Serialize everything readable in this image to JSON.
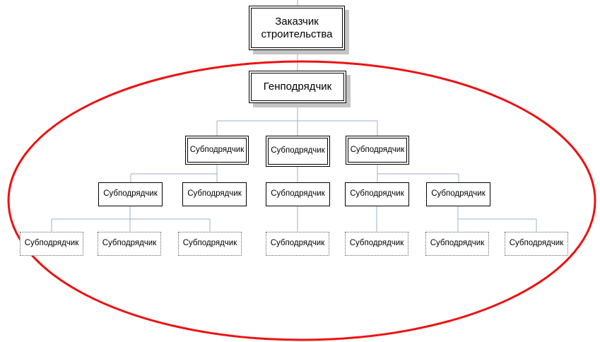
{
  "nodes": {
    "customer": {
      "label": "Заказчик строительства"
    },
    "general_contractor": {
      "label": "Генподрядчик"
    },
    "level3": [
      {
        "label": "Субподрядчик"
      },
      {
        "label": "Субподрядчик"
      },
      {
        "label": "Субподрядчик"
      }
    ],
    "level4": [
      {
        "label": "Субподрядчик"
      },
      {
        "label": "Субподрядчик"
      },
      {
        "label": "Субподрядчик"
      },
      {
        "label": "Субподрядчик"
      },
      {
        "label": "Субподрядчик"
      }
    ],
    "level5": [
      {
        "label": "Субподрядчик"
      },
      {
        "label": "Субподрядчик"
      },
      {
        "label": "Субподрядчик"
      },
      {
        "label": "Субподрядчик"
      },
      {
        "label": "Субподрядчик"
      },
      {
        "label": "Субподрядчик"
      },
      {
        "label": "Субподрядчик"
      }
    ]
  },
  "colors": {
    "connector": "#9bb0cc",
    "ellipse": "#ee1111",
    "border": "#000000",
    "shadow": "#c4c4c4",
    "background": "#ffffff",
    "text": "#000000"
  }
}
